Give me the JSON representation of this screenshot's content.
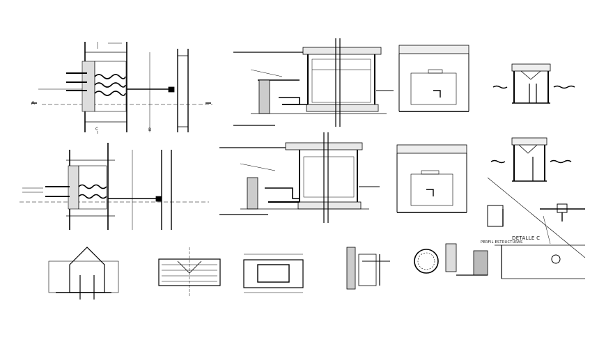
{
  "drawing": {
    "labels": {
      "detalle_c": "DETALLE C",
      "perfil_estructuras": "PERFIL ESTRUCTURAS"
    },
    "dimension_marks": {
      "a": "A",
      "b": "B",
      "c": "C"
    }
  }
}
